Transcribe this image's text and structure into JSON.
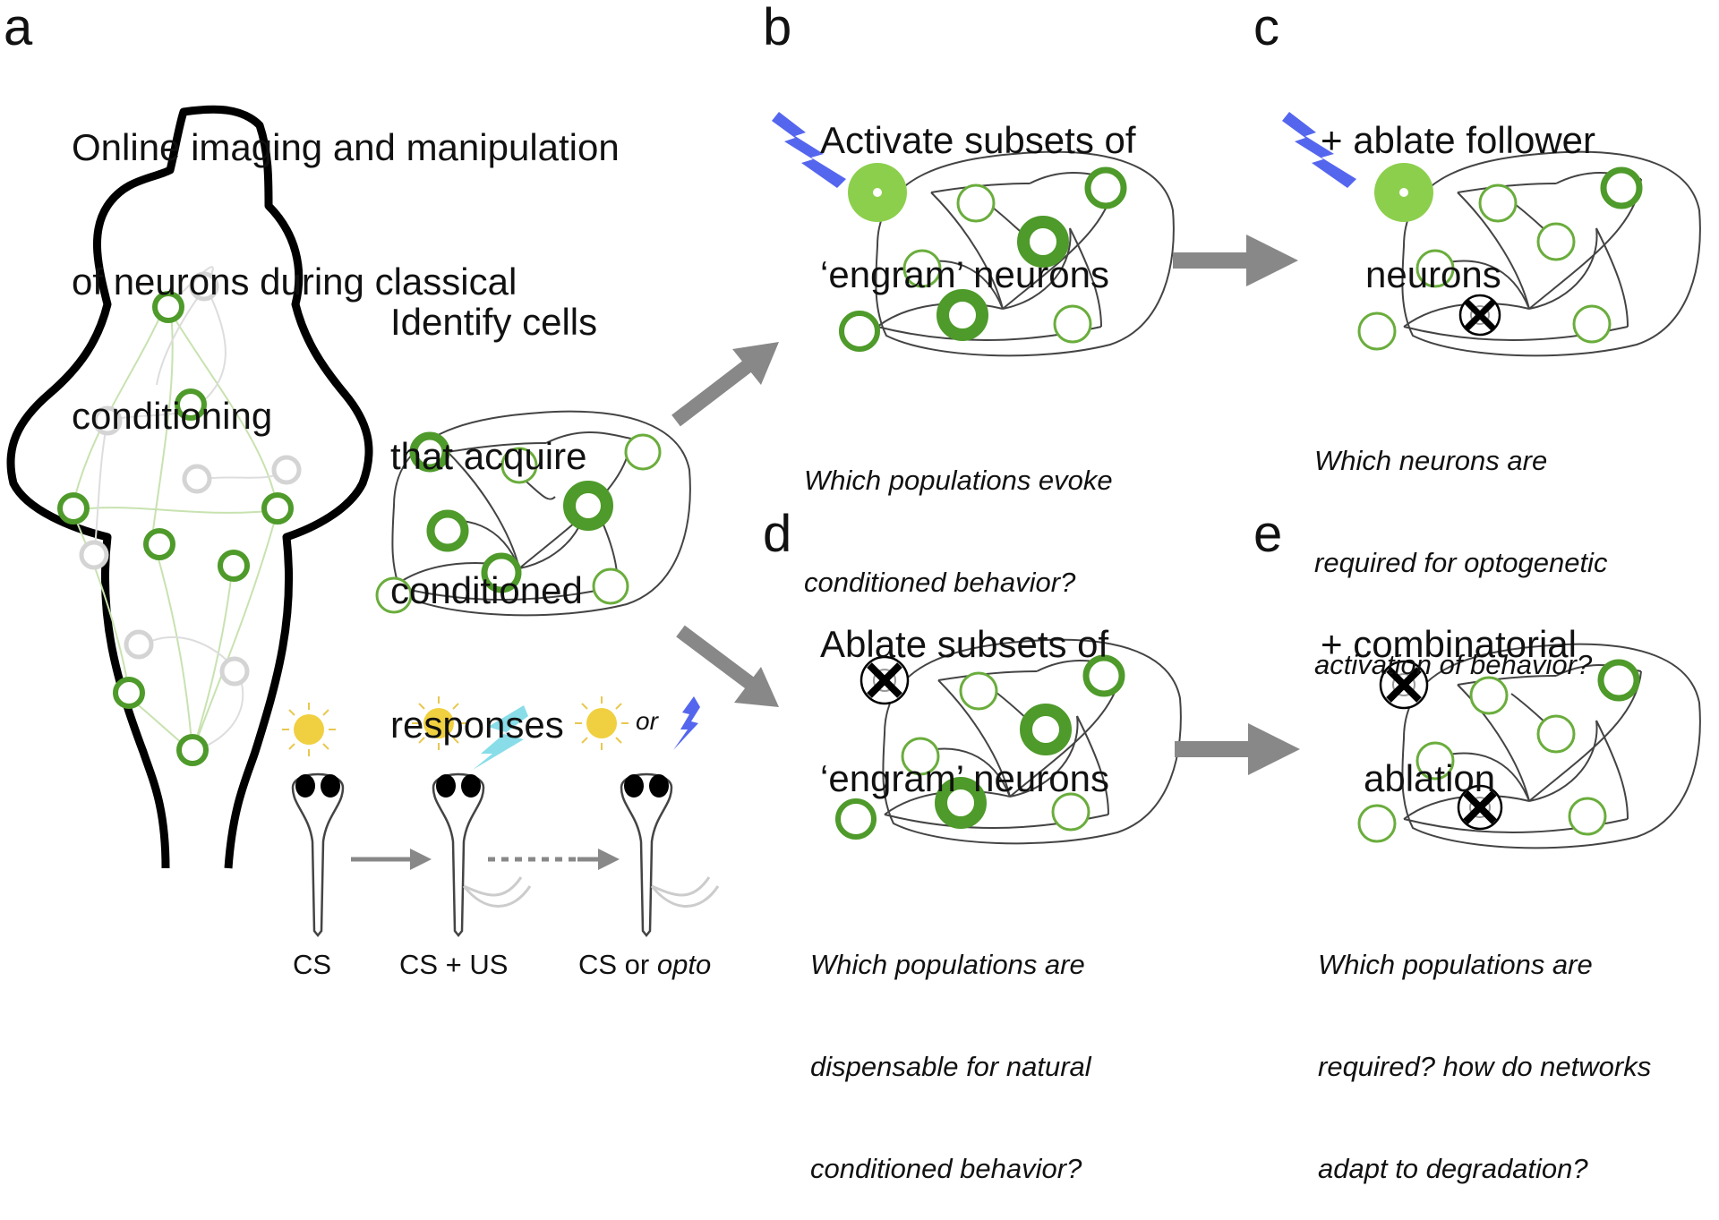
{
  "panels": {
    "a": {
      "letter": "a",
      "heading": [
        "Online imaging and manipulation",
        "of neurons during classical",
        "conditioning"
      ],
      "identify": [
        "Identify cells",
        "that acquire",
        "conditioned",
        "responses"
      ],
      "or_label": "or",
      "stage_labels": {
        "cs": "CS",
        "cs_us": "CS + US",
        "cs_or": "CS or ",
        "opto": "opto"
      }
    },
    "b": {
      "letter": "b",
      "heading": [
        "Activate subsets of",
        "‘engram’ neurons"
      ],
      "question": [
        "Which populations evoke",
        "conditioned behavior?"
      ]
    },
    "c": {
      "letter": "c",
      "heading": [
        "+ ablate follower",
        "neurons"
      ],
      "question": [
        "Which neurons are",
        "required for optogenetic",
        "activation of behavior?"
      ]
    },
    "d": {
      "letter": "d",
      "heading": [
        "Ablate subsets of",
        "‘engram’ neurons"
      ],
      "question": [
        "Which populations are",
        "dispensable for natural",
        "conditioned behavior?"
      ]
    },
    "e": {
      "letter": "e",
      "heading": [
        "+ combinatorial",
        "ablation"
      ],
      "question": [
        "Which populations are",
        "required? how do networks",
        "adapt to degradation?"
      ]
    }
  },
  "colors": {
    "green_dark": "#4e9a2a",
    "green_light": "#8ccf4d",
    "green_fill": "#9fd96a",
    "arrow_gray": "#888888",
    "lightning_blue": "#5566ee",
    "lightning_cyan": "#88dde8",
    "sun_yellow": "#f0d040"
  }
}
